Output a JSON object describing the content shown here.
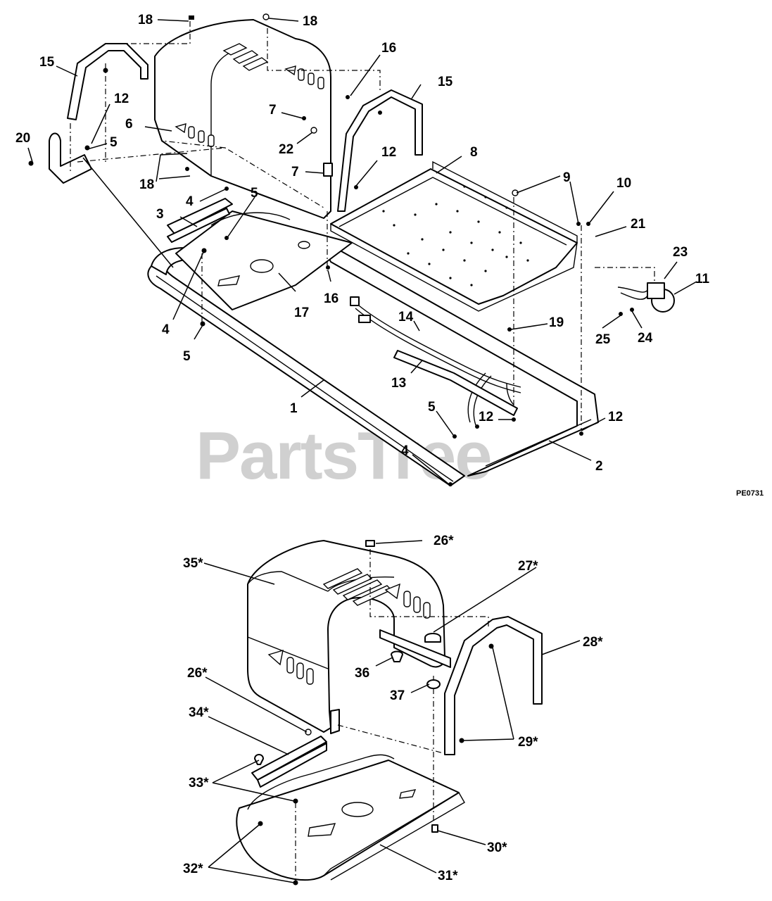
{
  "watermark": "PartsTree",
  "figure_code": "PE0731",
  "callouts_top": [
    "18",
    "18",
    "15",
    "16",
    "15",
    "12",
    "7",
    "6",
    "20",
    "5",
    "22",
    "7",
    "12",
    "8",
    "9",
    "10",
    "21",
    "18",
    "4",
    "5",
    "3",
    "23",
    "11",
    "16",
    "17",
    "4",
    "14",
    "19",
    "25",
    "24",
    "5",
    "13",
    "1",
    "5",
    "12",
    "12",
    "4",
    "2"
  ],
  "callouts_bottom": [
    "26*",
    "35*",
    "27*",
    "28*",
    "36",
    "26*",
    "37",
    "34*",
    "29*",
    "33*",
    "30*",
    "32*",
    "31*"
  ]
}
